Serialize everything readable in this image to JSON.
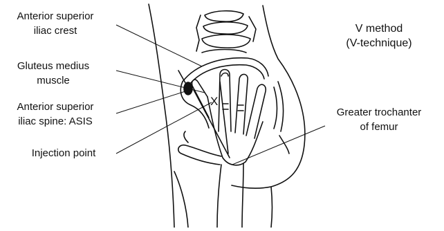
{
  "labels": {
    "anterior_superior_iliac_crest": [
      "Anterior superior",
      "iliac crest"
    ],
    "gluteus_medius_muscle": [
      "Gluteus medius",
      "muscle"
    ],
    "asis": [
      "Anterior superior",
      "iliac spine: ASIS"
    ],
    "injection_point": "Injection point",
    "greater_trochanter": [
      "Greater trochanter",
      "of femur"
    ],
    "method_title": [
      "V method",
      "(V-technique)"
    ]
  },
  "marks": {
    "injection_x": "X"
  },
  "colors": {
    "ink": "#111111",
    "background": "#ffffff"
  }
}
